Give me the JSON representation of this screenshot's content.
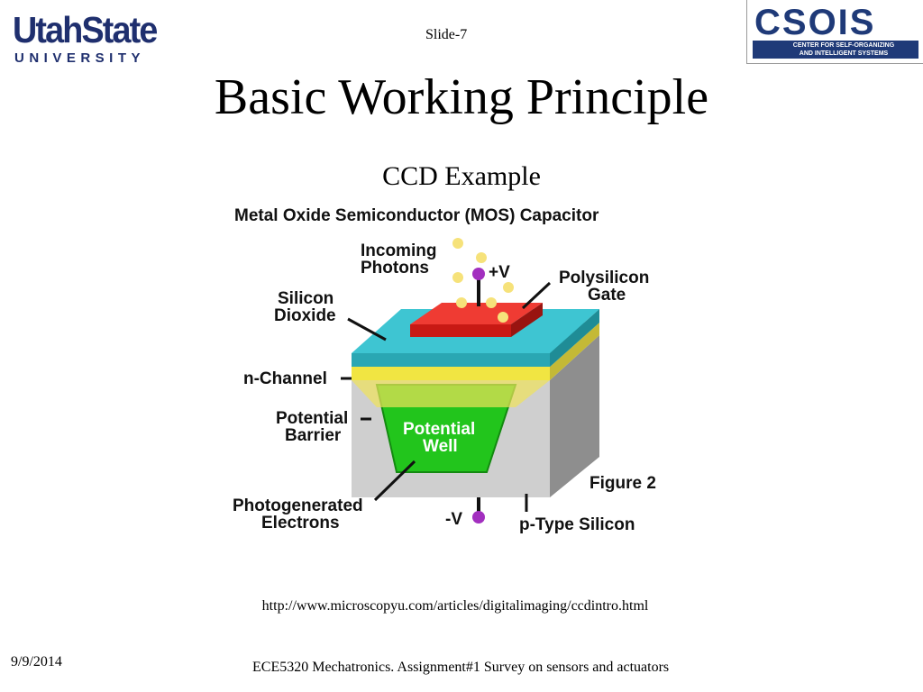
{
  "slide": {
    "number_label": "Slide-7",
    "title": "Basic Working Principle",
    "subtitle": "CCD Example",
    "source_url": "http://www.microscopyu.com/articles/digitalimaging/ccdintro.html",
    "date": "9/9/2014",
    "footer": "ECE5320 Mechatronics. Assignment#1 Survey on sensors and actuators"
  },
  "logos": {
    "left": {
      "line1": "UtahState",
      "line2": "UNIVERSITY"
    },
    "right": {
      "line1": "CSOIS",
      "line2": "CENTER FOR SELF-ORGANIZING",
      "line3": "AND INTELLIGENT SYSTEMS"
    }
  },
  "diagram": {
    "heading": "Metal Oxide Semiconductor (MOS) Capacitor",
    "incoming_photons_1": "Incoming",
    "incoming_photons_2": "Photons",
    "plus_v": "+V",
    "polysilicon_gate_1": "Polysilicon",
    "polysilicon_gate_2": "Gate",
    "silicon_dioxide_1": "Silicon",
    "silicon_dioxide_2": "Dioxide",
    "n_channel": "n-Channel",
    "potential_barrier_1": "Potential",
    "potential_barrier_2": "Barrier",
    "potential_well_1": "Potential",
    "potential_well_2": "Well",
    "figure_label": "Figure 2",
    "photogenerated_electrons_1": "Photogenerated",
    "photogenerated_electrons_2": "Electrons",
    "minus_v": "-V",
    "p_type_silicon": "p-Type Silicon",
    "colors": {
      "gate": "#e0201e",
      "oxide": "#2fb7c4",
      "n_channel": "#f1e542",
      "well": "#22c51c",
      "substrate": "#c9c9c9",
      "photon": "#f6e27a",
      "terminal": "#a22fbf"
    }
  }
}
